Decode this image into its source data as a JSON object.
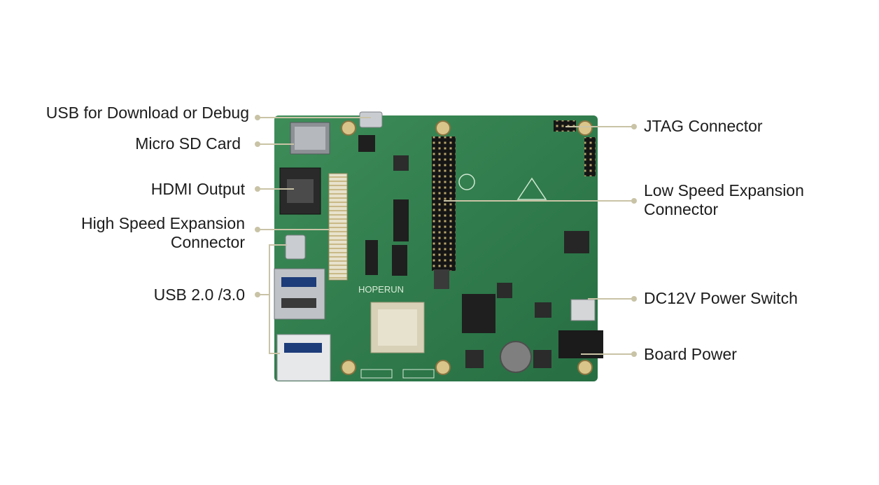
{
  "callouts": {
    "usb_download": "USB for Download or Debug",
    "micro_sd": "Micro SD Card",
    "hdmi": "HDMI Output",
    "high_speed_line1": "High Speed Expansion",
    "high_speed_line2": "Connector",
    "usb_2_3": "USB 2.0 /3.0",
    "jtag": "JTAG Connector",
    "low_speed_line1": "Low Speed Expansion",
    "low_speed_line2": "Connector",
    "dc12v": "DC12V Power Switch",
    "board_power": "Board Power"
  },
  "board": {
    "silkscreen": "HOPERUN"
  },
  "colors": {
    "leader_line": "#c9c3a6",
    "pcb": "#2f7f4d",
    "pcb_dark": "#1f5e38",
    "label_text": "#1c1c1c"
  }
}
